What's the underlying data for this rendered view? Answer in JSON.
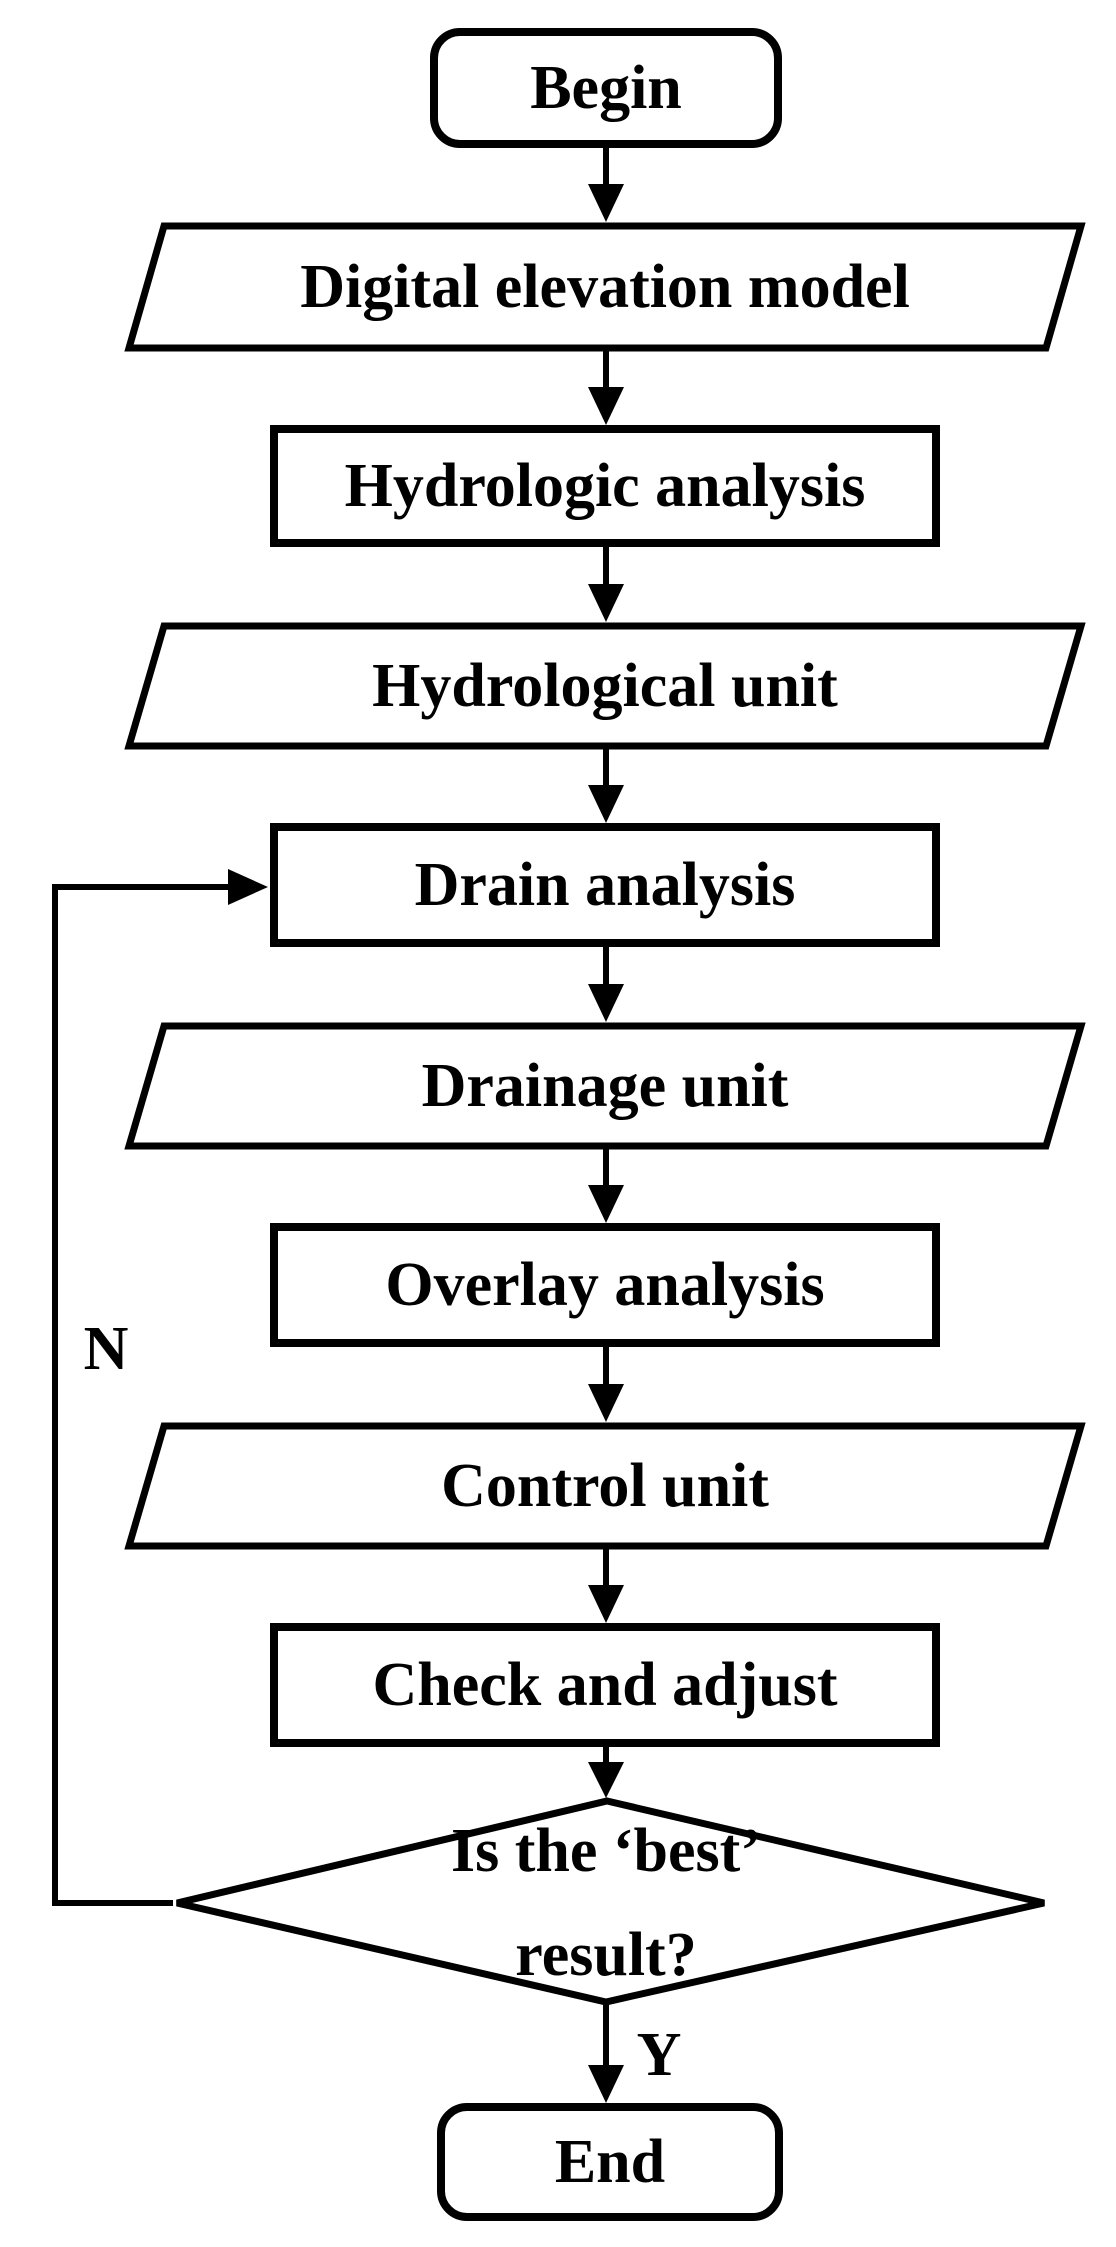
{
  "flowchart": {
    "nodes": {
      "begin": {
        "label": "Begin",
        "shape": "terminator"
      },
      "dem": {
        "label": "Digital elevation model",
        "shape": "data-parallelogram"
      },
      "hydrologic_analysis": {
        "label": "Hydrologic analysis",
        "shape": "process-rectangle"
      },
      "hydrological_unit": {
        "label": "Hydrological unit",
        "shape": "data-parallelogram"
      },
      "drain_analysis": {
        "label": "Drain analysis",
        "shape": "process-rectangle"
      },
      "drainage_unit": {
        "label": "Drainage unit",
        "shape": "data-parallelogram"
      },
      "overlay_analysis": {
        "label": "Overlay analysis",
        "shape": "process-rectangle"
      },
      "control_unit": {
        "label": "Control unit",
        "shape": "data-parallelogram"
      },
      "check_and_adjust": {
        "label": "Check and adjust",
        "shape": "process-rectangle"
      },
      "decision": {
        "line1": "Is the ‘best’",
        "line2": "result?",
        "shape": "decision-diamond"
      },
      "end": {
        "label": "End",
        "shape": "terminator"
      }
    },
    "edge_labels": {
      "yes": "Y",
      "no": "N"
    },
    "edges": [
      {
        "from": "Begin",
        "to": "Digital elevation model",
        "label": ""
      },
      {
        "from": "Digital elevation model",
        "to": "Hydrologic analysis",
        "label": ""
      },
      {
        "from": "Hydrologic analysis",
        "to": "Hydrological unit",
        "label": ""
      },
      {
        "from": "Hydrological unit",
        "to": "Drain analysis",
        "label": ""
      },
      {
        "from": "Drain analysis",
        "to": "Drainage unit",
        "label": ""
      },
      {
        "from": "Drainage unit",
        "to": "Overlay analysis",
        "label": ""
      },
      {
        "from": "Overlay analysis",
        "to": "Control unit",
        "label": ""
      },
      {
        "from": "Control unit",
        "to": "Check and adjust",
        "label": ""
      },
      {
        "from": "Check and adjust",
        "to": "Is the ‘best’ result?",
        "label": ""
      },
      {
        "from": "Is the ‘best’ result?",
        "to": "End",
        "label": "Y"
      },
      {
        "from": "Is the ‘best’ result?",
        "to": "Drain analysis",
        "label": "N"
      }
    ],
    "colors": {
      "stroke": "#000000",
      "fill": "#ffffff",
      "text": "#000000",
      "background": "#ffffff"
    }
  }
}
